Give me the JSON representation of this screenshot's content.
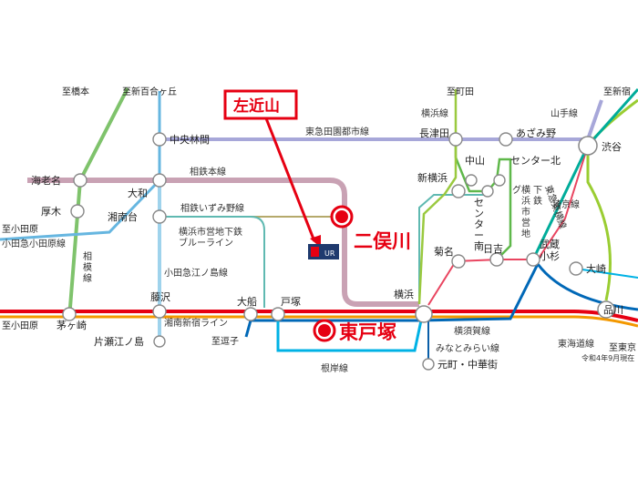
{
  "colors": {
    "tokaido_red": "#e60012",
    "shonan_orange": "#f39800",
    "yokosuka_blue": "#0068b7",
    "sotetsu_mauve": "#c9a2b4",
    "denentoshi_lavender": "#a7a7d9",
    "izumino_olive": "#b5a96b",
    "blueline_teal": "#5fb9b1",
    "odakyu_enoshima_sky": "#9fd3ec",
    "odakyu_main_skyblue": "#66b6e0",
    "sagami_green": "#7fc36c",
    "yokohama_line_green": "#9ac93f",
    "greenline_green": "#5fb84a",
    "toyoko_red": "#e94560",
    "keihin_sky": "#00b2e5",
    "yamanote_lime": "#9acd32",
    "saikyo_green": "#00ac9a",
    "negishi_sky": "#00b2e5",
    "minatomirai_blue": "#0a5ea8",
    "keikyu_red": "#e60012"
  },
  "callout": {
    "label": "左近山"
  },
  "highlights": [
    {
      "id": "futamatagawa",
      "name": "二俣川"
    },
    {
      "id": "higashitotsuka",
      "name": "東戸塚"
    }
  ],
  "logo": {
    "text": "UR"
  },
  "stations": {
    "ebina": "海老名",
    "atsugi": "厚木",
    "yamato": "大和",
    "shonandai": "湘南台",
    "chuorinkan": "中央林間",
    "fujisawa": "藤沢",
    "chigasaki": "茅ヶ崎",
    "katase": "片瀬江ノ島",
    "ofuna": "大船",
    "totsuka": "戸塚",
    "yokohama": "横浜",
    "kikuna": "菊名",
    "hiyoshi": "日吉",
    "musashikosugi": "武蔵\n小杉",
    "shinyokohama": "新横浜",
    "nakayama": "中山",
    "nagatsuta": "長津田",
    "center_kita": "センター北",
    "center_minami": "センター南",
    "azamino": "あざみ野",
    "shibuya": "渋谷",
    "osaki": "大崎",
    "shinagawa": "品川",
    "motomachi": "元町・中華街"
  },
  "directions": {
    "hashimoto": "至橋本",
    "shinyurigaoka": "至新百合ヶ丘",
    "odawara_top": "至小田原",
    "odawara_bottom": "至小田原",
    "machida": "至町田",
    "shinjuku": "至新宿",
    "zushi": "至逗子",
    "tokyo": "至東京"
  },
  "line_labels": {
    "denentoshi": "東急田園都市線",
    "sotetsu_main": "相鉄本線",
    "izumino": "相鉄いずみ野線",
    "blueline": "横浜市営地下鉄\nブルーライン",
    "odakyu_enoshima": "小田急江ノ島線",
    "odakyu_odawara": "小田急小田原線",
    "sagami": "相模線",
    "shonan_shinjuku": "湘南新宿ライン",
    "negishi": "根岸線",
    "yokosuka": "横須賀線",
    "minatomirai": "みなとみらい線",
    "yokohama_line": "横浜線",
    "greenline": "横浜市営地下鉄\nグリーンライン",
    "toyoko": "東急東横線",
    "yamanote": "山手線",
    "saikyo": "埼京線",
    "tokaido": "東海道線"
  },
  "date_note": "令和4年9月現在"
}
